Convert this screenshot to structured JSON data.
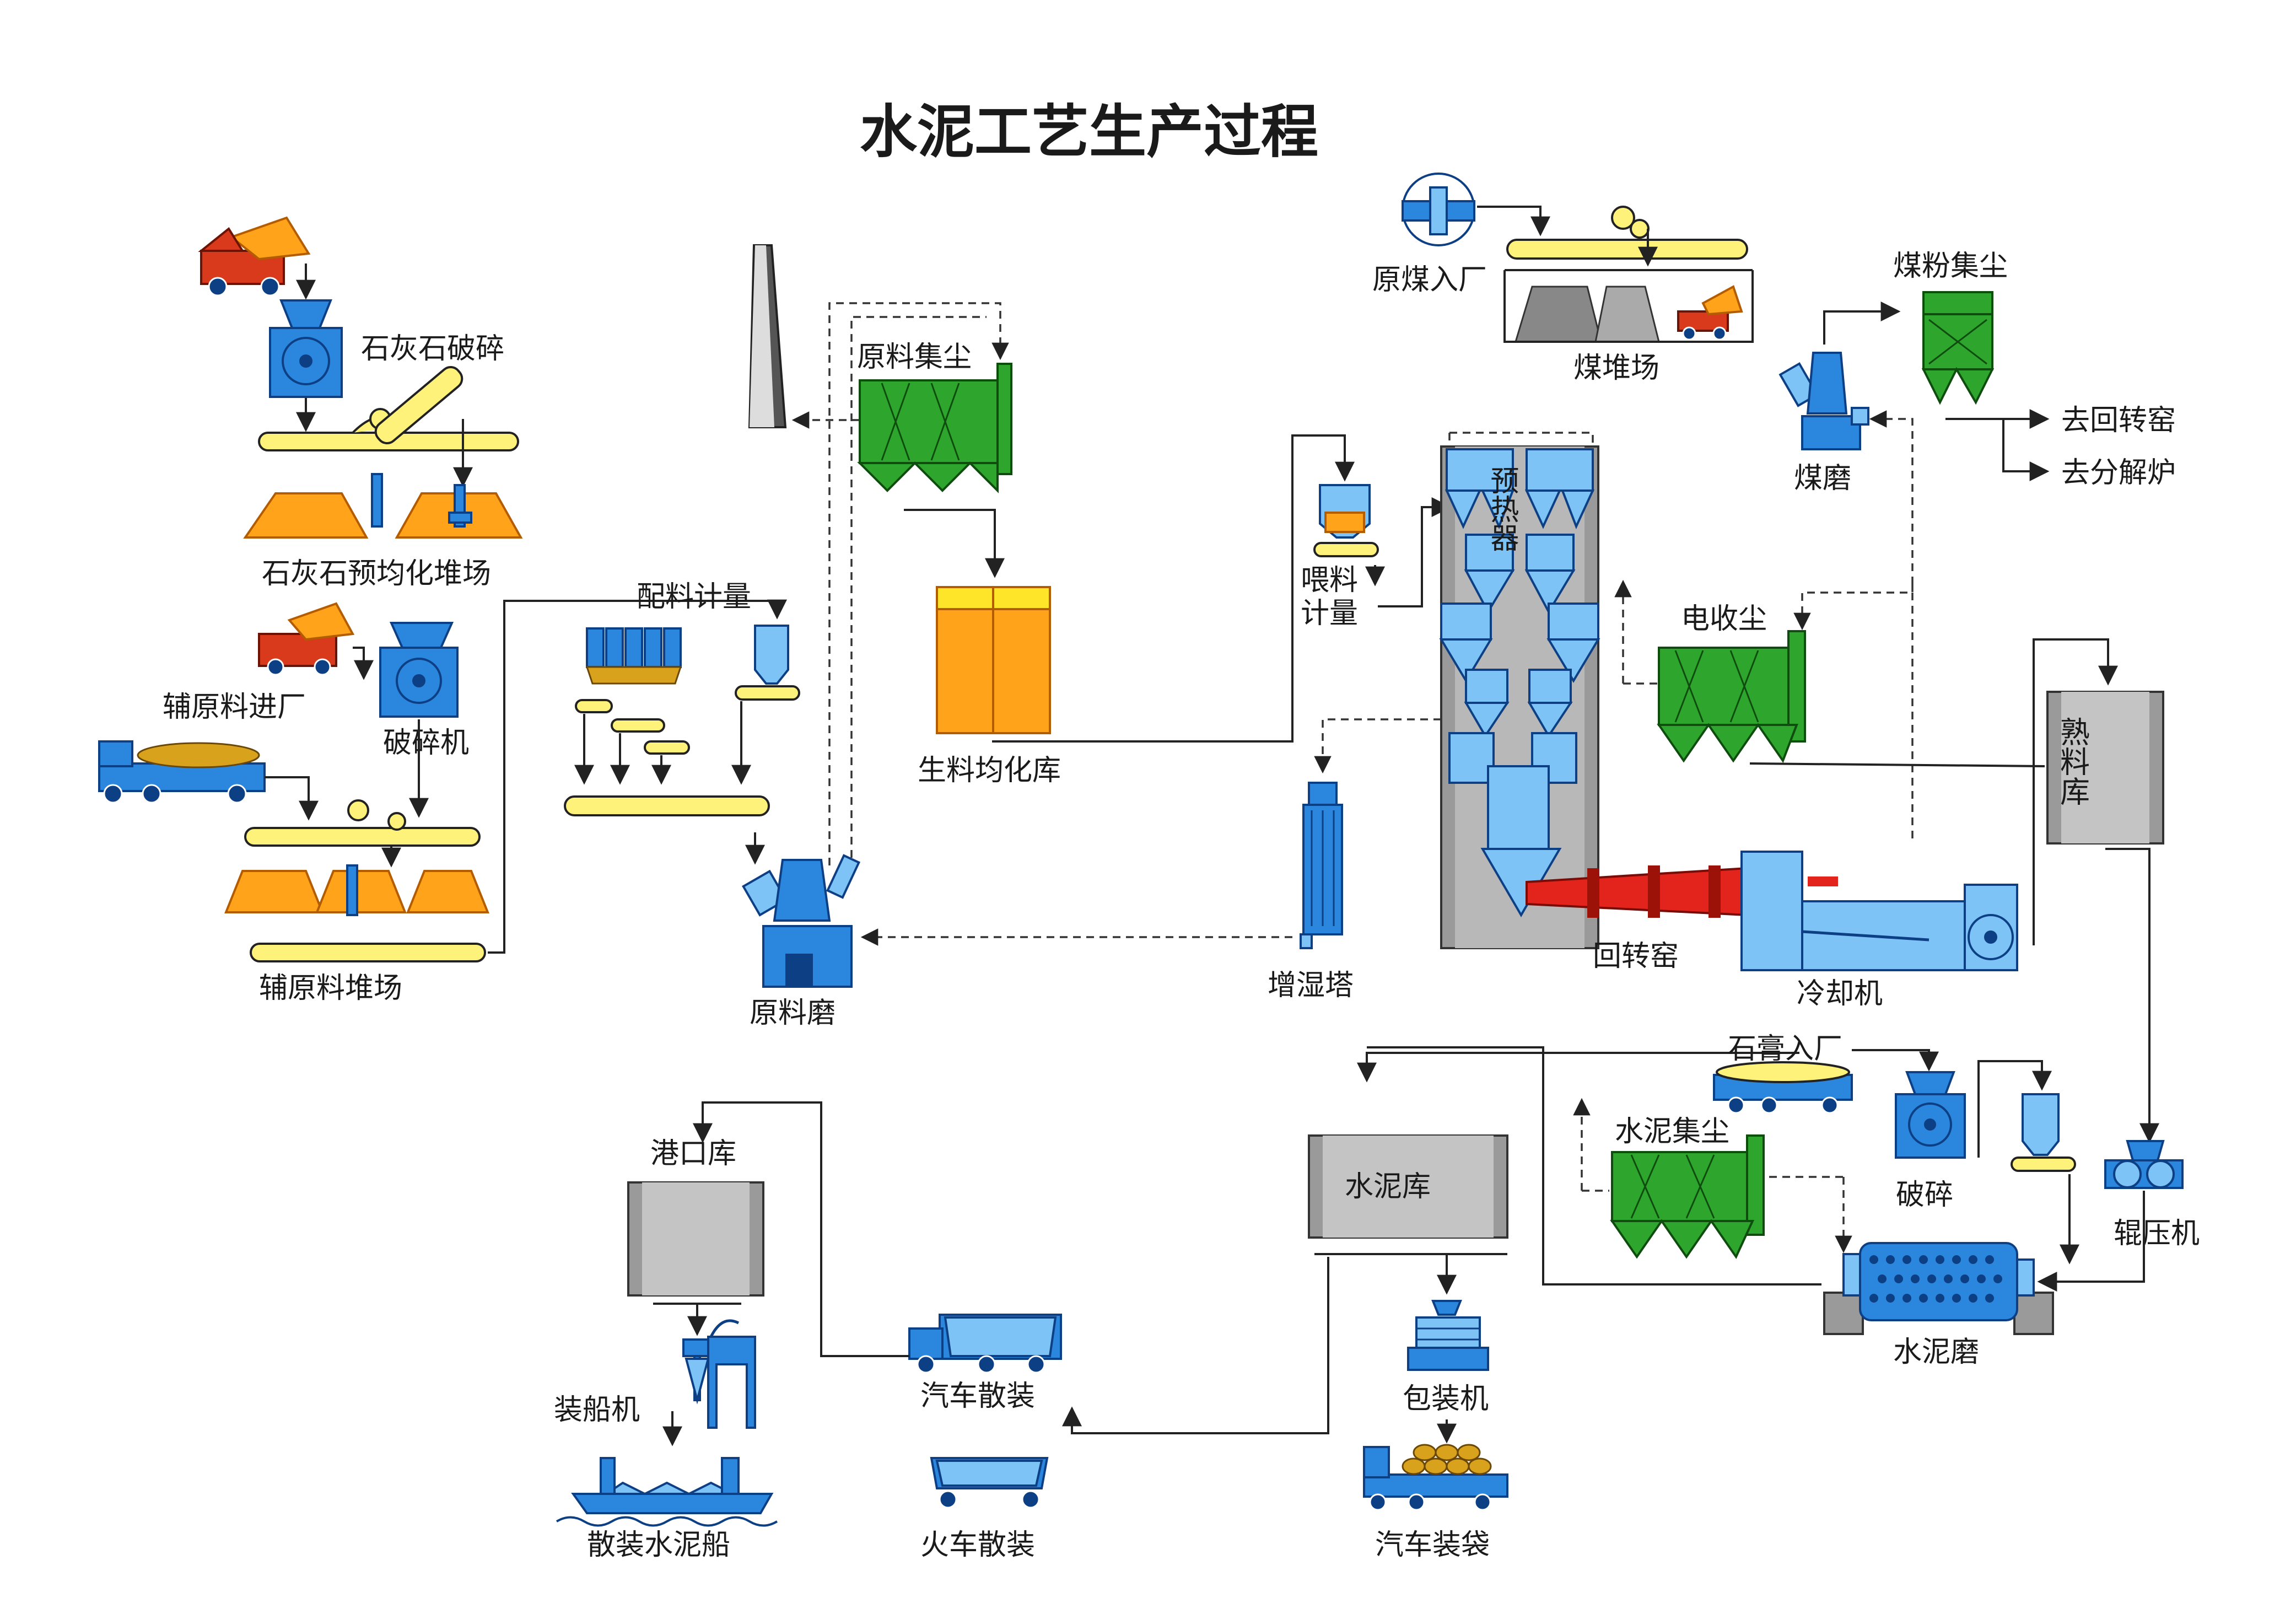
{
  "title": "水泥工艺生产过程",
  "labels": {
    "limestone_crushing": "石灰石破碎",
    "limestone_yard": "石灰石预均化堆场",
    "aux_in": "辅原料进厂",
    "crusher": "破碎机",
    "aux_yard": "辅原料堆场",
    "batching": "配料计量",
    "raw_dust": "原料集尘",
    "raw_silo": "生料均化库",
    "raw_mill": "原料磨",
    "feed_metering_1": "喂料",
    "feed_metering_2": "计量",
    "humidifier": "增湿塔",
    "coal_in": "原煤入厂",
    "coal_yard": "煤堆场",
    "coal_dust": "煤粉集尘",
    "coal_mill": "煤磨",
    "to_kiln": "去回转窑",
    "to_calciner": "去分解炉",
    "preheater": "预热器",
    "esp": "电收尘",
    "clinker_silo": "熟料库",
    "kiln": "回转窑",
    "cooler": "冷却机",
    "gypsum_in": "石膏入厂",
    "cement_dust": "水泥集尘",
    "gypsum_crush": "破碎",
    "roller_press": "辊压机",
    "cement_mill": "水泥磨",
    "cement_silo": "水泥库",
    "port_silo": "港口库",
    "ship_loader": "装船机",
    "bulk_ship": "散装水泥船",
    "truck_bulk": "汽车散装",
    "train_bulk": "火车散装",
    "packer": "包装机",
    "truck_bag": "汽车装袋"
  },
  "colors": {
    "equipment_blue": "#2b86dd",
    "dust_collector_green": "#2ea62e",
    "stockpile_orange": "#ffa31a",
    "kiln_red": "#e3241c",
    "silo_grey": "#9a9a9a",
    "conveyor_yellow": "#fff27a"
  }
}
